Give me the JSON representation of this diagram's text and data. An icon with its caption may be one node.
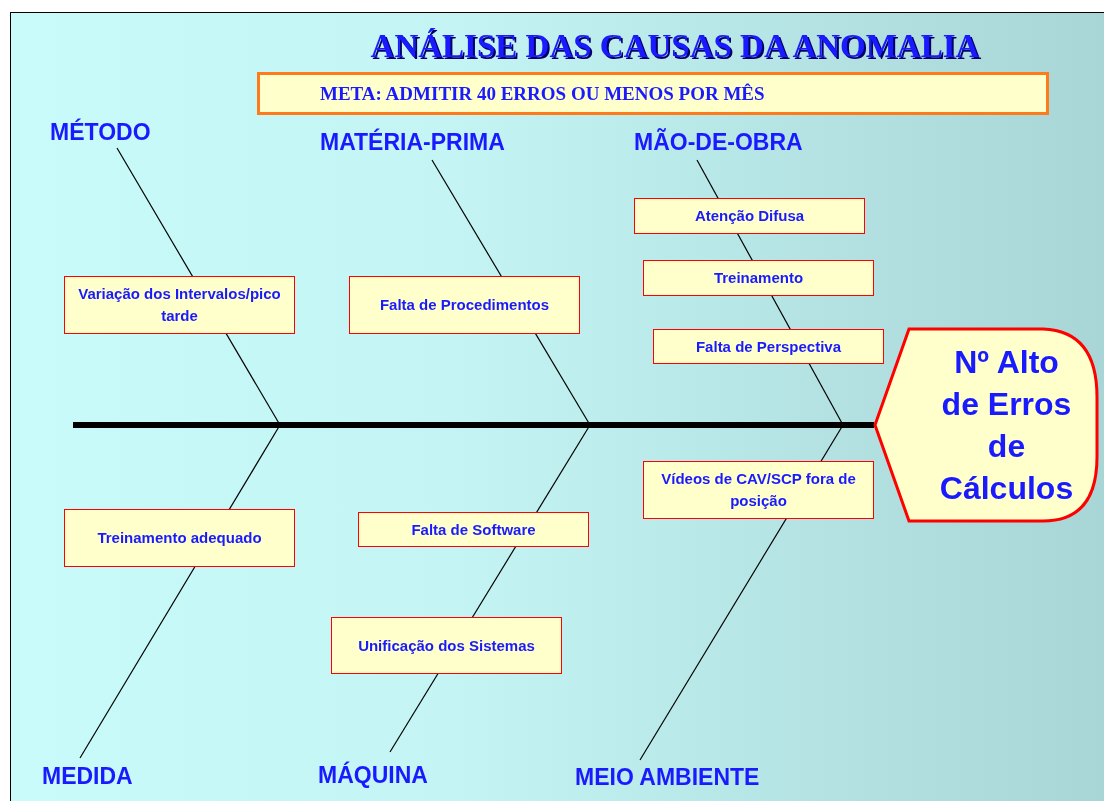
{
  "diagram": {
    "title": "ANÁLISE DAS CAUSAS DA ANOMALIA",
    "nodes": [
      {
        "text": [
          "META: ADMITIR 40 ERROS OU MENOS POR MÊS"
        ]
      },
      {
        "text": [
          "MÉTODO"
        ]
      },
      {
        "text": [
          "MATÉRIA-PRIMA"
        ]
      },
      {
        "text": [
          "MÃO-DE-OBRA"
        ]
      },
      {
        "text": [
          "Variação dos Intervalos/pico tarde"
        ]
      },
      {
        "text": [
          "Falta de Procedimentos"
        ]
      },
      {
        "text": [
          "Atenção Difusa"
        ]
      },
      {
        "text": [
          "Treinamento"
        ]
      },
      {
        "text": [
          "Falta de Perspectiva"
        ]
      },
      {
        "text": [
          "Nº Alto de Erros de Cálculos"
        ]
      },
      {
        "text": [
          "Vídeos de CAV/SCP fora de posição"
        ]
      },
      {
        "text": [
          "Treinamento adequado"
        ]
      },
      {
        "text": [
          "Falta de Software"
        ]
      },
      {
        "text": [
          "Unificação dos Sistemas"
        ]
      },
      {
        "text": [
          "MEDIDA"
        ]
      },
      {
        "text": [
          "MÁQUINA"
        ]
      },
      {
        "text": [
          "MEIO AMBIENTE"
        ]
      }
    ],
    "edges": [
      {
        "from": null,
        "to": 9,
        "arrow": "none",
        "style": "thick"
      },
      {
        "from": 1,
        "to": null,
        "arrow": "none"
      },
      {
        "from": 2,
        "to": null,
        "arrow": "none"
      },
      {
        "from": 3,
        "to": null,
        "arrow": "none"
      },
      {
        "from": 14,
        "to": null,
        "arrow": "none"
      },
      {
        "from": 15,
        "to": null,
        "arrow": "none"
      },
      {
        "from": 16,
        "to": null,
        "arrow": "none"
      }
    ]
  }
}
